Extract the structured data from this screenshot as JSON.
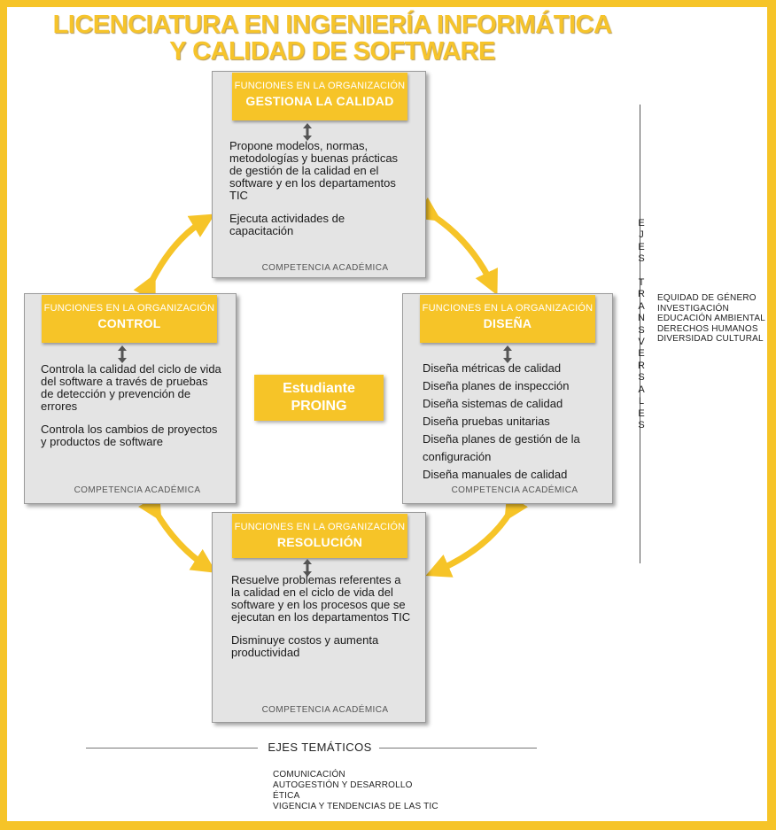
{
  "title": {
    "line1": "LICENCIATURA EN INGENIERÍA INFORMÁTICA",
    "line2": "Y CALIDAD DE SOFTWARE"
  },
  "header_sub": "FUNCIONES EN LA ORGANIZACIÓN",
  "footer_label": "COMPETENCIA ACADÉMICA",
  "cards": {
    "gestiona": {
      "title": "GESTIONA LA CALIDAD",
      "p1": "Propone modelos, normas, metodologías y buenas prácticas de gestión de la calidad en el software y en los departamentos TIC",
      "p2": "Ejecuta actividades de capacitación"
    },
    "control": {
      "title": "CONTROL",
      "p1": "Controla la calidad del ciclo de vida del software a través de pruebas de detección y prevención de errores",
      "p2": "Controla los cambios de proyectos y productos de software"
    },
    "disena": {
      "title": "DISEÑA",
      "items": [
        "Diseña métricas de calidad",
        "Diseña planes de inspección",
        "Diseña sistemas de calidad",
        "Diseña pruebas unitarias",
        "Diseña planes de gestión de la",
        "configuración",
        "Diseña manuales de calidad"
      ]
    },
    "resolucion": {
      "title": "RESOLUCIÓN",
      "p1": "Resuelve problemas referentes a la calidad en el ciclo de vida del software y en los procesos que se ejecutan en los departamentos TIC",
      "p2": "Disminuye costos y aumenta productividad"
    }
  },
  "center": {
    "line1": "Estudiante",
    "line2": "PROING"
  },
  "ejes_transversales": {
    "label": "EJES TRANSVERSALES",
    "items": [
      "EQUIDAD DE GÉNERO",
      "INVESTIGACIÓN",
      "EDUCACIÓN AMBIENTAL",
      "DERECHOS HUMANOS",
      "DIVERSIDAD CULTURAL"
    ]
  },
  "ejes_tematicos": {
    "label": "EJES TEMÁTICOS",
    "items": [
      "COMUNICACIÓN",
      "AUTOGESTIÓN Y DESARROLLO",
      "ÉTICA",
      "VIGENCIA Y TENDENCIAS DE LAS TIC"
    ]
  },
  "colors": {
    "accent": "#f6c428",
    "card": "#e4e4e4",
    "border": "#f6c428"
  }
}
